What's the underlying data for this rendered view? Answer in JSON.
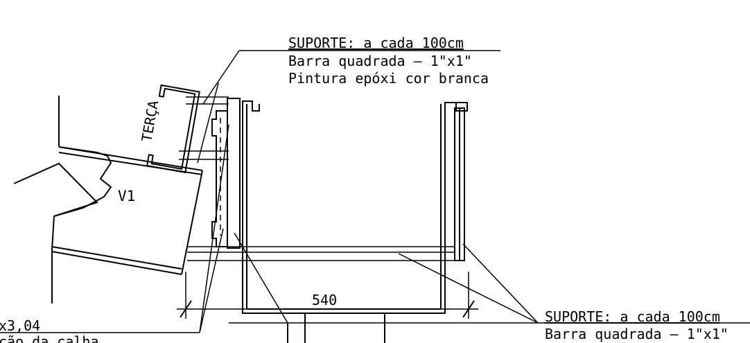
{
  "notes": {
    "top": {
      "line1": "SUPORTE: a cada 100cm",
      "line2": "Barra quadrada – 1\"x1\"",
      "line3": "Pintura epóxi cor branca"
    },
    "bottom_right": {
      "line1": "SUPORTE: a cada 100cm",
      "line2": "Barra quadrada – 1\"x1\""
    },
    "bottom_left": {
      "line1": "x3,04",
      "line2": "ção da calha"
    }
  },
  "labels": {
    "purlin": "TERÇA",
    "beam": "V1"
  },
  "dimensions": {
    "gutter_width": "540"
  }
}
